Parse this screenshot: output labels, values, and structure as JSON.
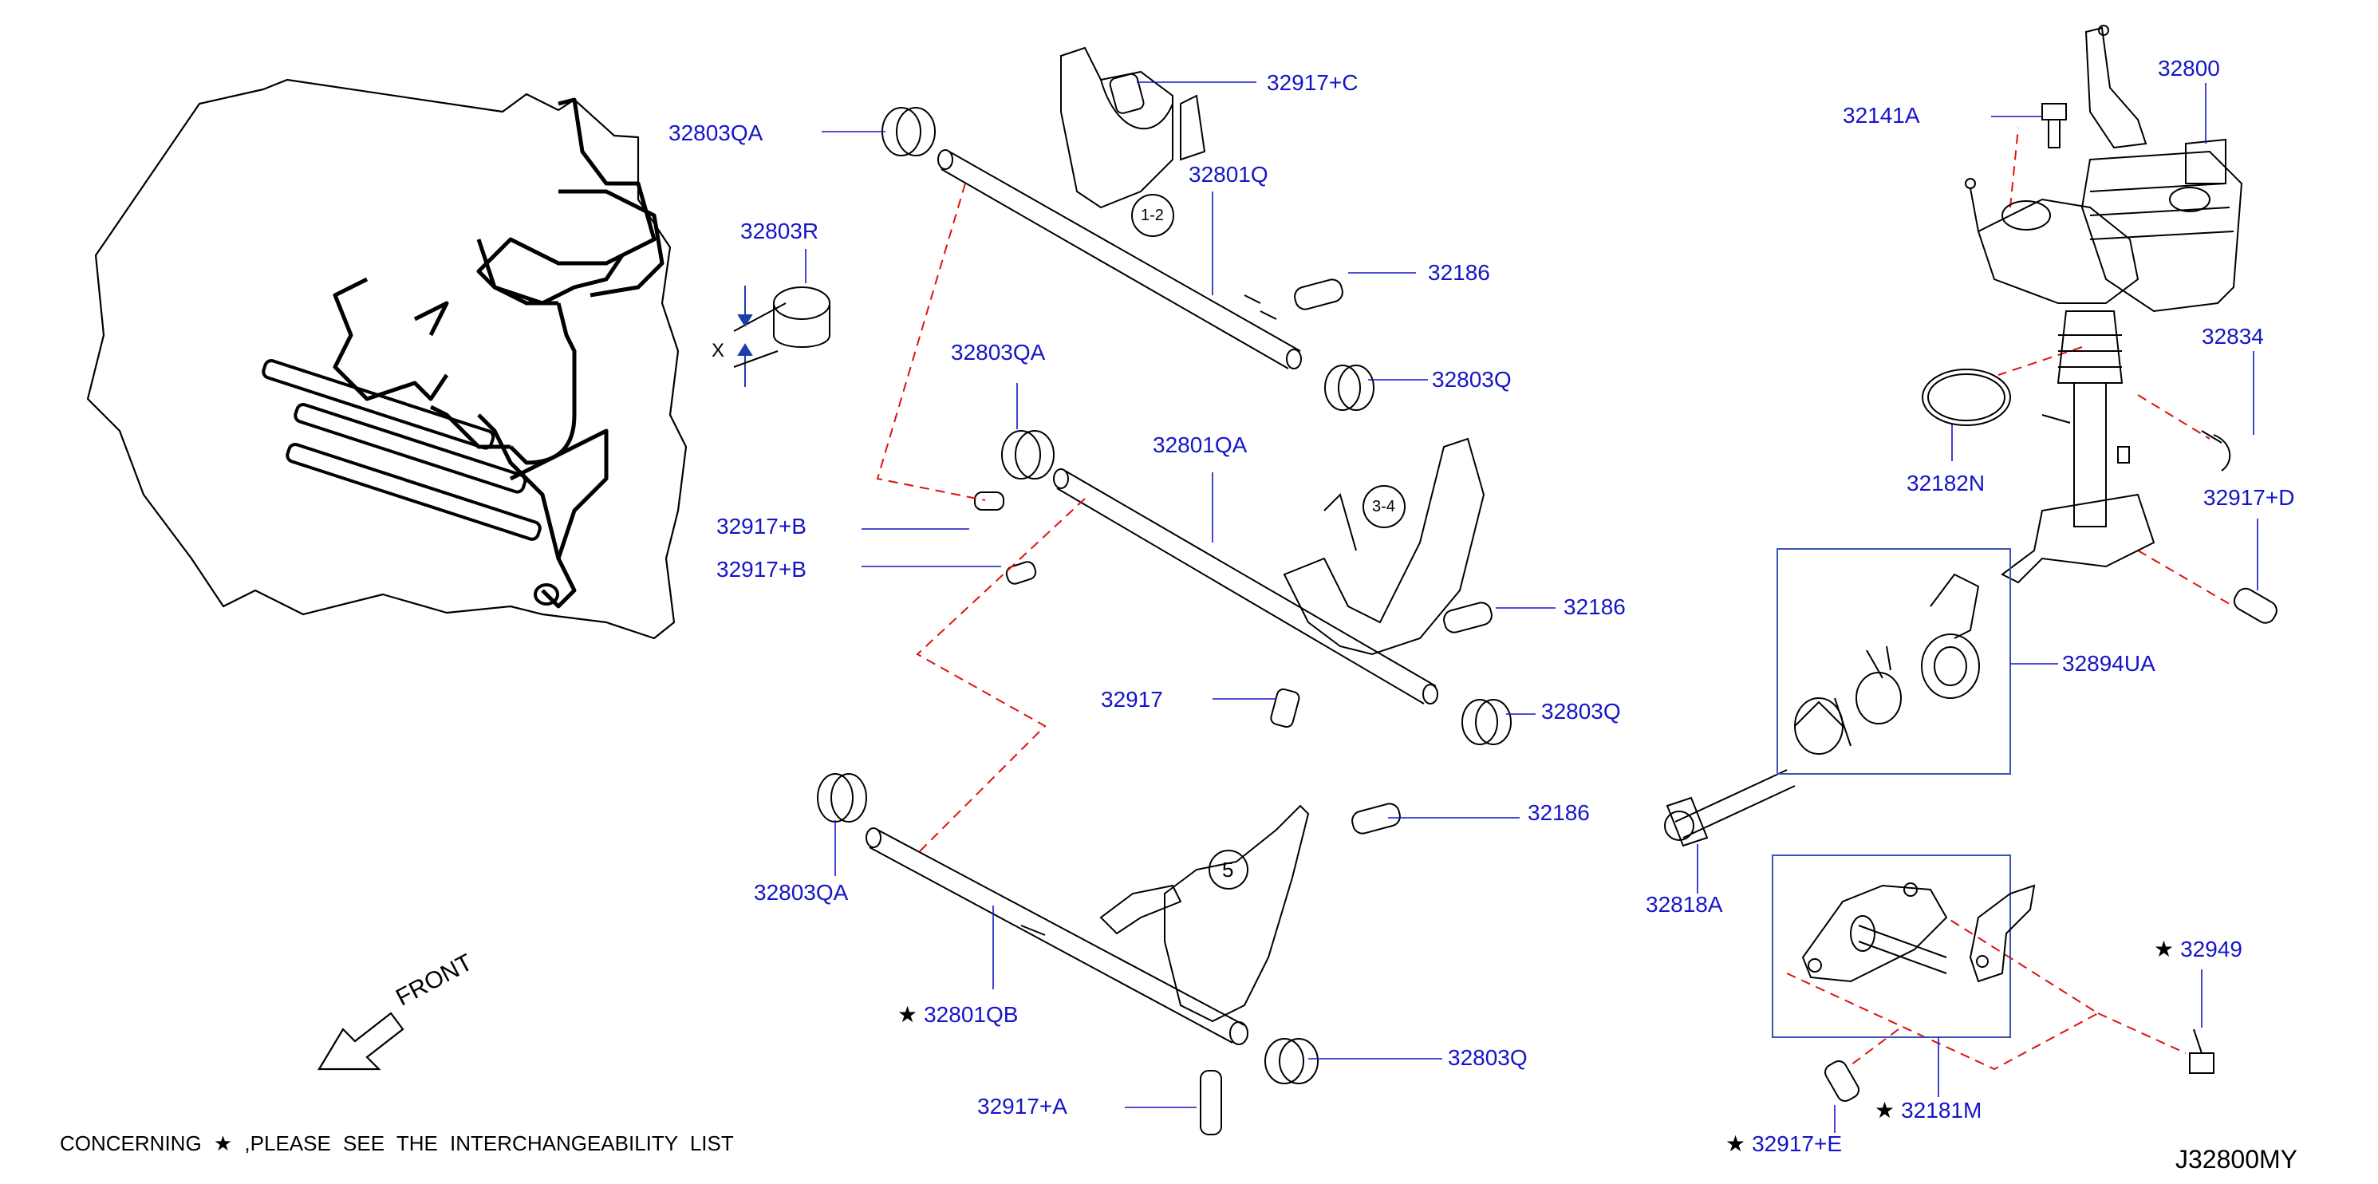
{
  "diagram": {
    "code": "J32800MY",
    "note": "CONCERNING  ★ ,PLEASE  SEE  THE  INTERCHANGEABILITY  LIST",
    "front_label": "FRONT",
    "dimension_label": "X",
    "colors": {
      "label": "#1515c8",
      "line": "#000000",
      "leader": "#1515c8",
      "dashed": "#e01010"
    }
  },
  "position_marks": {
    "p12": "1-2",
    "p34": "3-4",
    "p5": "5"
  },
  "parts": {
    "p32917C": "32917+C",
    "p32803QA_top": "32803QA",
    "p32801Q": "32801Q",
    "p32803R": "32803R",
    "p32186_a": "32186",
    "p32803Q_a": "32803Q",
    "p32803QA_mid": "32803QA",
    "p32801QA": "32801QA",
    "p32917B_a": "32917+B",
    "p32917B_b": "32917+B",
    "p32186_b": "32186",
    "p32917": "32917",
    "p32803Q_b": "32803Q",
    "p32186_c": "32186",
    "p32803QA_low": "32803QA",
    "p32801QB": "32801QB",
    "p32803Q_c": "32803Q",
    "p32917A": "32917+A",
    "p32800": "32800",
    "p32141A": "32141A",
    "p32834": "32834",
    "p32182N": "32182N",
    "p32917D": "32917+D",
    "p32894UA": "32894UA",
    "p32818A": "32818A",
    "p32949": "32949",
    "p32181M": "32181M",
    "p32917E": "32917+E"
  },
  "starred": [
    "32801QB",
    "32949",
    "32181M",
    "32917+E"
  ]
}
